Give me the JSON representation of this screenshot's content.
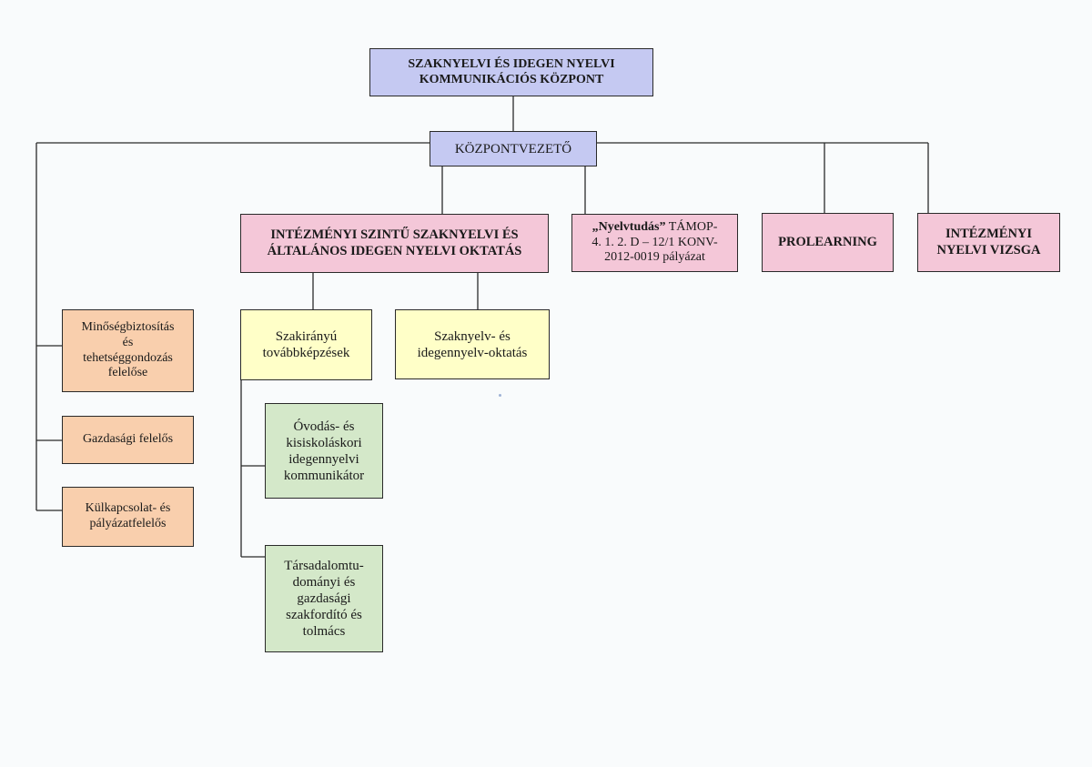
{
  "nodes": {
    "root": {
      "lines": [
        "SZAKNYELVI ÉS IDEGEN NYELVI",
        "KOMMUNIKÁCIÓS KÖZPONT"
      ]
    },
    "director": {
      "lines": [
        "KÖZPONTVEZETŐ"
      ]
    },
    "institutional": {
      "lines": [
        "INTÉZMÉNYI SZINTŰ SZAKNYELVI ÉS",
        "ÁLTALÁNOS IDEGEN NYELVI OKTATÁS"
      ]
    },
    "nyelvtudas": {
      "bold": "„Nyelvtudás”",
      "lines": [
        " TÁMOP-",
        "4. 1. 2. D – 12/1 KONV-",
        "2012-0019 pályázat"
      ]
    },
    "prolearning": {
      "lines": [
        "PROLEARNING"
      ]
    },
    "exam": {
      "lines": [
        "INTÉZMÉNYI",
        "NYELVI VIZSGA"
      ]
    },
    "specialized_training": {
      "lines": [
        "Szakirányú",
        "továbbképzések"
      ]
    },
    "language_teaching": {
      "lines": [
        "Szaknyelv- és",
        "idegennyelv-oktatás"
      ]
    },
    "quality": {
      "lines": [
        "Minőségbiztosítás",
        "és",
        "tehetséggondozás",
        "felelőse"
      ]
    },
    "finance": {
      "lines": [
        "Gazdasági felelős"
      ]
    },
    "foreign_relations": {
      "lines": [
        "Külkapcsolat- és",
        "pályázatfelelős"
      ]
    },
    "kindergarten": {
      "lines": [
        "Óvodás- és",
        "kisiskoláskori",
        "idegennyelvi",
        "kommunikátor"
      ]
    },
    "translator": {
      "lines": [
        "Társadalomtu-",
        "dományi és",
        "gazdasági",
        "szakfordító és",
        "tolmács"
      ]
    }
  }
}
